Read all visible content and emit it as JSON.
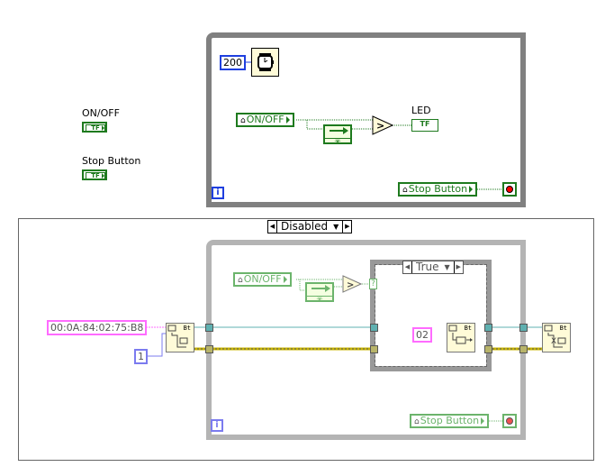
{
  "front_panel_terminals": [
    {
      "label": "ON/OFF",
      "glyph": "TF"
    },
    {
      "label": "Stop Button",
      "glyph": "TF"
    }
  ],
  "top_loop": {
    "wait_constant": "200",
    "wait_icon": "wait-ms-clock-icon",
    "local_var_onoff": "ON/OFF",
    "feedback_node_glyph": "✳",
    "compare_glyph": ">",
    "led_label": "LED",
    "led_glyph": "TF",
    "local_var_stop": "Stop Button",
    "iteration_glyph": "i",
    "stop_icon": "stop-condition-icon"
  },
  "disabled_structure": {
    "selector_value": "Disabled",
    "mac_address_constant": "00:0A:84:02:75:B8",
    "port_constant": "1",
    "open_node_label": "Bt",
    "inner_loop": {
      "local_var_onoff": "ON/OFF",
      "feedback_node_glyph": "✳",
      "compare_glyph": ">",
      "case_selector_value": "True",
      "case_terminal_glyph": "?",
      "write_constant": "02",
      "write_node_label": "Bt",
      "local_var_stop": "Stop Button",
      "iteration_glyph": "i"
    },
    "close_node_label": "Bt"
  },
  "colors": {
    "boolean_wire": "#1e7a1e",
    "numeric_wire": "#1f3fdf",
    "string_wire": "#ff00ff",
    "refnum_wire": "#5fb0b0",
    "error_wire": "#c8b400",
    "loop_border": "#808080",
    "disabled_loop_border": "#b4b4b4"
  }
}
